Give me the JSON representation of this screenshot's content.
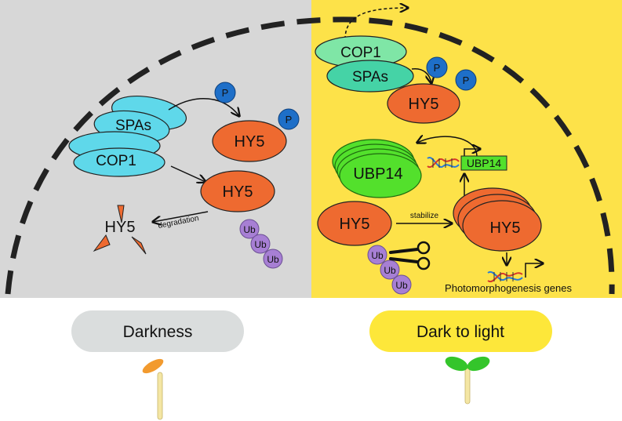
{
  "panels": {
    "left": {
      "title": "Darkness",
      "background": "#d7d7d7",
      "pill_color": "#dadddd"
    },
    "right": {
      "title": "Dark to light",
      "background": "#fde249",
      "pill_color": "#fde73a"
    }
  },
  "labels": {
    "spas": "SPAs",
    "cop1": "COP1",
    "hy5": "HY5",
    "p": "P",
    "ub": "Ub",
    "ubp14": "UBP14",
    "degradation": "degradation",
    "stabilize": "stabilize",
    "photomorphogenesis": "Photomorphogenesis genes"
  },
  "colors": {
    "cyan": "#5fd8ea",
    "cop1_green": "#7fe6a6",
    "spas_green": "#45d3a6",
    "orange": "#ee6a30",
    "ub_purple": "#a77fd4",
    "p_blue": "#1e6fc8",
    "ubp14_green": "#53e02c",
    "seedling_dark": "#f29a2e",
    "seedling_light": "#34c52b",
    "stem": "#f4e6a4"
  },
  "icons": {
    "scissors": "scissors-icon",
    "dna": "dna-icon"
  }
}
